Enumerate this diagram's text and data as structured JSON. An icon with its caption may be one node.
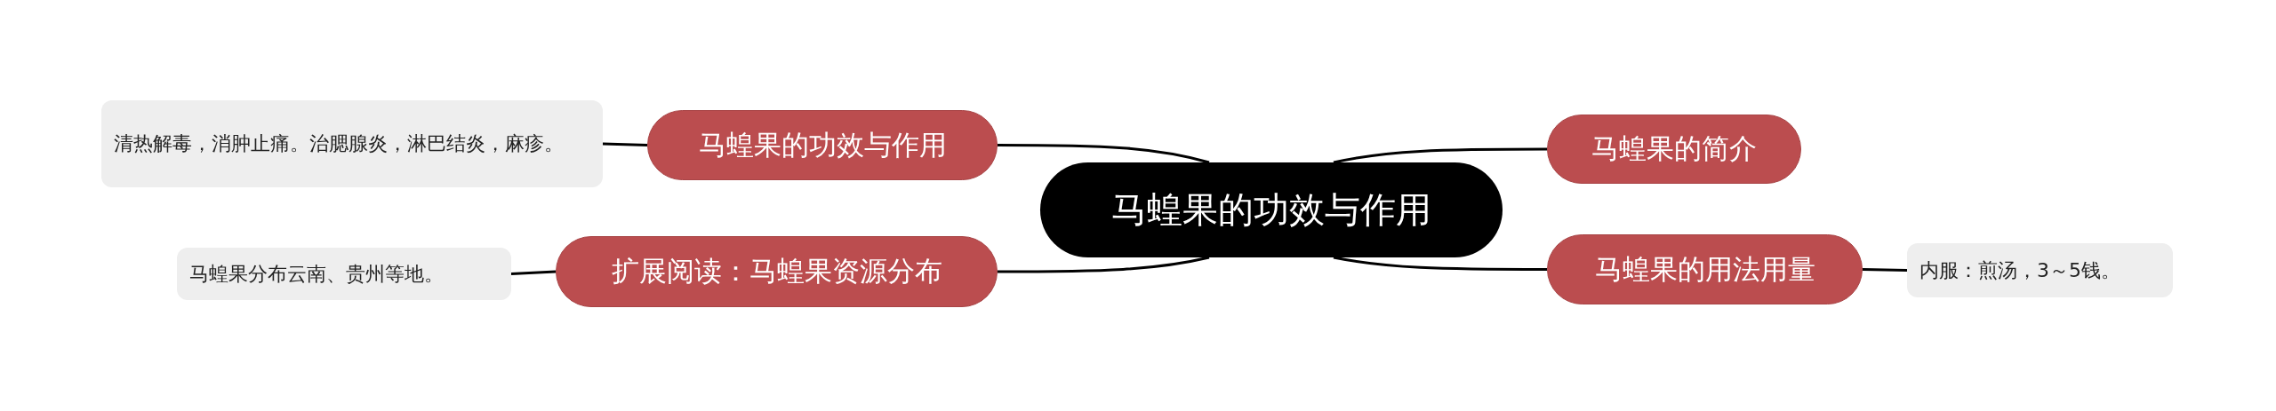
{
  "diagram": {
    "nodes": [
      {
        "text": [
          "马蝗果的功效与作用"
        ]
      },
      {
        "text": [
          "马蝗果的功效与作用"
        ]
      },
      {
        "text": [
          "清热解毒，消肿止痛。治腮腺炎，淋巴结炎，麻疹。"
        ]
      },
      {
        "text": [
          "马蝗果的简介"
        ]
      },
      {
        "text": [
          "扩展阅读：马蝗果资源分布"
        ]
      },
      {
        "text": [
          "马蝗果分布云南、贵州等地。"
        ]
      },
      {
        "text": [
          "马蝗果的用法用量"
        ]
      },
      {
        "text": [
          "内服：煎汤，3～5钱。"
        ]
      }
    ],
    "edges": [
      {
        "from": 0,
        "to": 1,
        "arrow": "none"
      },
      {
        "from": 1,
        "to": 2,
        "arrow": "none"
      },
      {
        "from": 0,
        "to": 3,
        "arrow": "none"
      },
      {
        "from": 0,
        "to": 4,
        "arrow": "none"
      },
      {
        "from": 4,
        "to": 5,
        "arrow": "none"
      },
      {
        "from": 0,
        "to": 6,
        "arrow": "none"
      },
      {
        "from": 6,
        "to": 7,
        "arrow": "none"
      }
    ]
  }
}
